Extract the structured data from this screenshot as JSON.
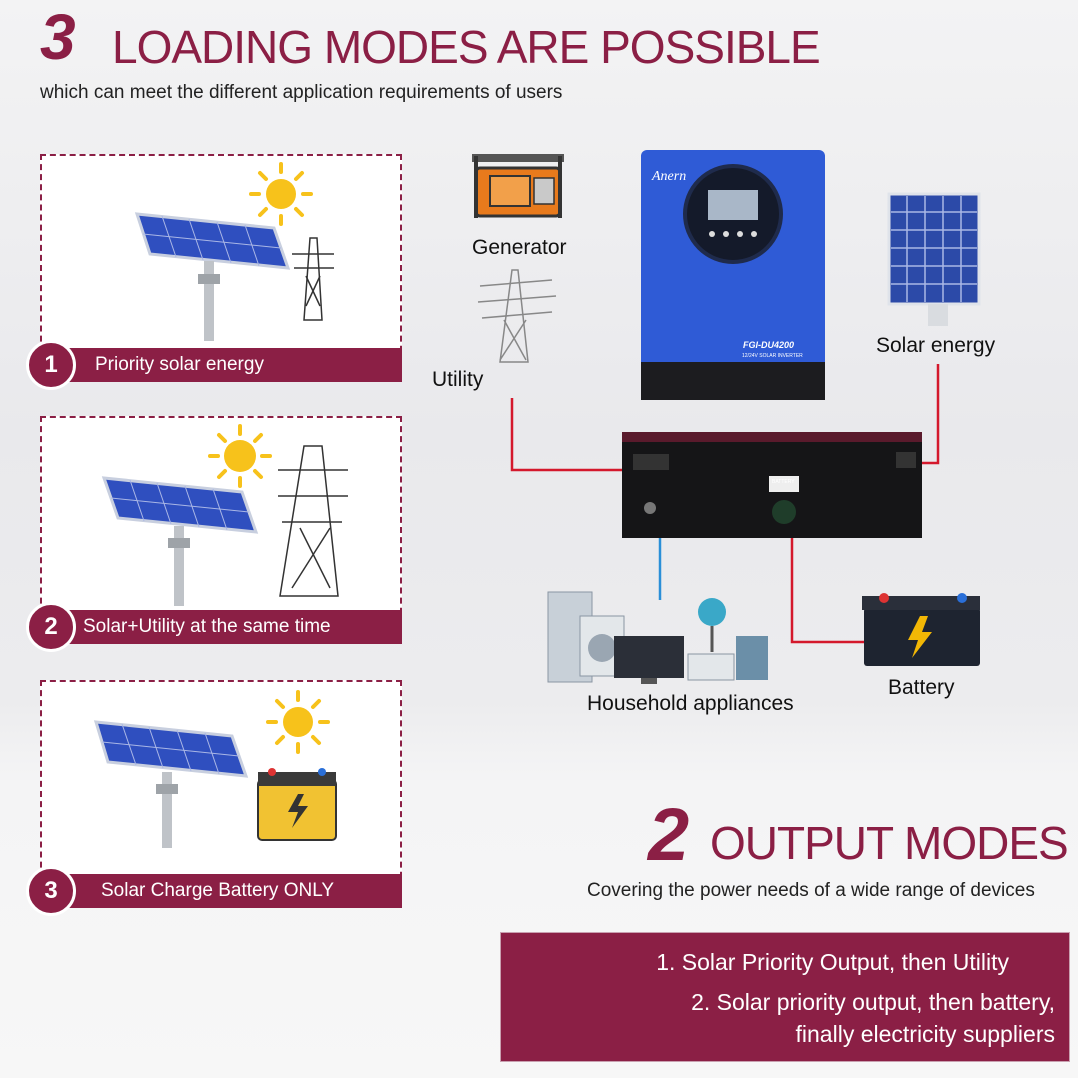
{
  "header": {
    "number": "3",
    "title": "LOADING MODES ARE POSSIBLE",
    "subtitle": "which can meet the different application requirements of users"
  },
  "modes": [
    {
      "number": "1",
      "label": "Priority solar energy"
    },
    {
      "number": "2",
      "label": "Solar+Utility at the same time"
    },
    {
      "number": "3",
      "label": "Solar Charge Battery ONLY"
    }
  ],
  "diagram": {
    "generator": "Generator",
    "utility": "Utility",
    "solar": "Solar energy",
    "appliances": "Household appliances",
    "battery": "Battery",
    "inverter_brand": "Anern",
    "inverter_model": "FGI-DU4200",
    "inverter_sub": "12/24V SOLAR INVERTER",
    "battery_port": "BATTERY"
  },
  "output": {
    "number": "2",
    "title": "OUTPUT MODES",
    "subtitle": "Covering the power needs of a wide range of devices",
    "lines": [
      "1. Solar Priority Output, then Utility",
      "2. Solar priority output, then battery,",
      "finally electricity suppliers"
    ]
  },
  "colors": {
    "accent": "#8b1f45",
    "inverter_blue": "#2f5bd6",
    "wire_red": "#d4182c",
    "wire_blue": "#2a8fd8"
  }
}
